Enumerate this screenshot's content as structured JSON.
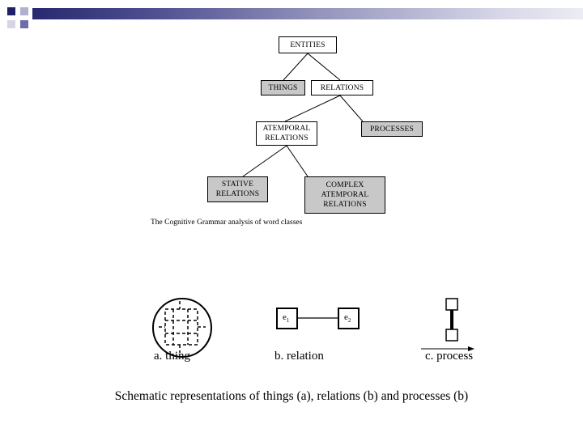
{
  "tree": {
    "entities": "ENTITIES",
    "things": "THINGS",
    "relations": "RELATIONS",
    "atemporal": "ATEMPORAL\nRELATIONS",
    "processes": "PROCESSES",
    "stative": "STATIVE\nRELATIONS",
    "complex": "COMPLEX\nATEMPORAL\nRELATIONS",
    "caption": "The Cognitive Grammar analysis of word classes"
  },
  "schematic": {
    "thing_label": "a. thing",
    "relation_label": "b. relation",
    "process_label": "c. process",
    "e1": "e",
    "e1_sub": "1",
    "e2": "e",
    "e2_sub": "2",
    "caption": "Schematic representations of things (a), relations (b) and processes (b)"
  },
  "colors": {
    "gray_box": "#c8c8c8",
    "corner_dark": "#1f1f66",
    "corner_light": "#b0b0cf"
  }
}
